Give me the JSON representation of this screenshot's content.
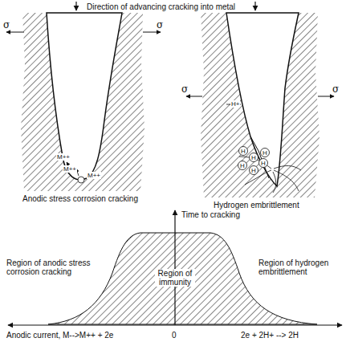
{
  "diagram": {
    "labels": [
      "Direction of advancing cracking into metal",
      "σ",
      "σ",
      "σ",
      "σ",
      "M++",
      "M++",
      "M++",
      "H+",
      "H",
      "H",
      "H",
      "H",
      "H",
      "H",
      "Anodic stress corrosion cracking",
      "Hydrogen embrittlement",
      "Time to cracking",
      "Region of anodic stress corrosion cracking",
      "Region of immunity",
      "Region of hydrogen embrittlement",
      "Anodic current, M-->M++ + 2e",
      "0",
      "2e + 2H+ --> 2H"
    ]
  }
}
